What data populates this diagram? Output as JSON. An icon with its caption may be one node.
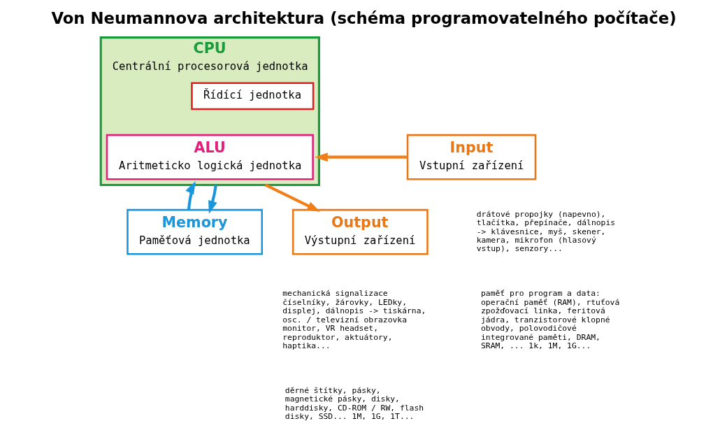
{
  "diagram": {
    "title": "Von Neumannova architektura (schéma programovatelného počítače)",
    "nodes": [
      {
        "text": [
          "Input",
          "Vstupní zařízení"
        ]
      },
      {
        "text": [
          "CPU",
          "Centrální procesorová jednotka"
        ]
      },
      {
        "text": [
          "Řídící jednotka"
        ],
        "in": 1
      },
      {
        "text": [
          "ALU",
          "Aritmeticko logická jednotka"
        ],
        "in": 1
      },
      {
        "text": [
          "Output",
          "Výstupní zařízení"
        ]
      },
      {
        "text": [
          "Memory",
          "Paměťová jednotka"
        ]
      }
    ],
    "edges": [
      {
        "from": 0,
        "to": 1,
        "arrow": "to",
        "color": "#f07f1a"
      },
      {
        "from": 1,
        "to": 4,
        "arrow": "to",
        "color": "#f07f1a"
      },
      {
        "from": 5,
        "to": 1,
        "arrow": "to",
        "color": "#1996dc"
      },
      {
        "from": 1,
        "to": 5,
        "arrow": "to",
        "color": "#1996dc"
      }
    ],
    "labels": [
      "drátové propojky (napevno), tlačítka, přepínače, dálnopis -> klávesnice, myš, skener, kamera, mikrofon (hlasový vstup), senzory...",
      "mechanická signalizace číselníky, žárovky, LEDky, displej, dálnopis -> tiskárna, osc. / televizní obrazovka monitor, VR headset, reproduktor, aktuátory, haptika...",
      "paměť pro program a data: operační paměť (RAM), rtuťová zpožďovací linka, feritová jádra, tranzistorové klopné obvody, polovodičové integrované paměti, DRAM, SRAM, ... 1k, 1M, 1G...",
      "děrné štítky, pásky, magnetické pásky, disky, harddisky, CD-ROM / RW, flash disky, SSD... 1M, 1G, 1T..."
    ]
  }
}
